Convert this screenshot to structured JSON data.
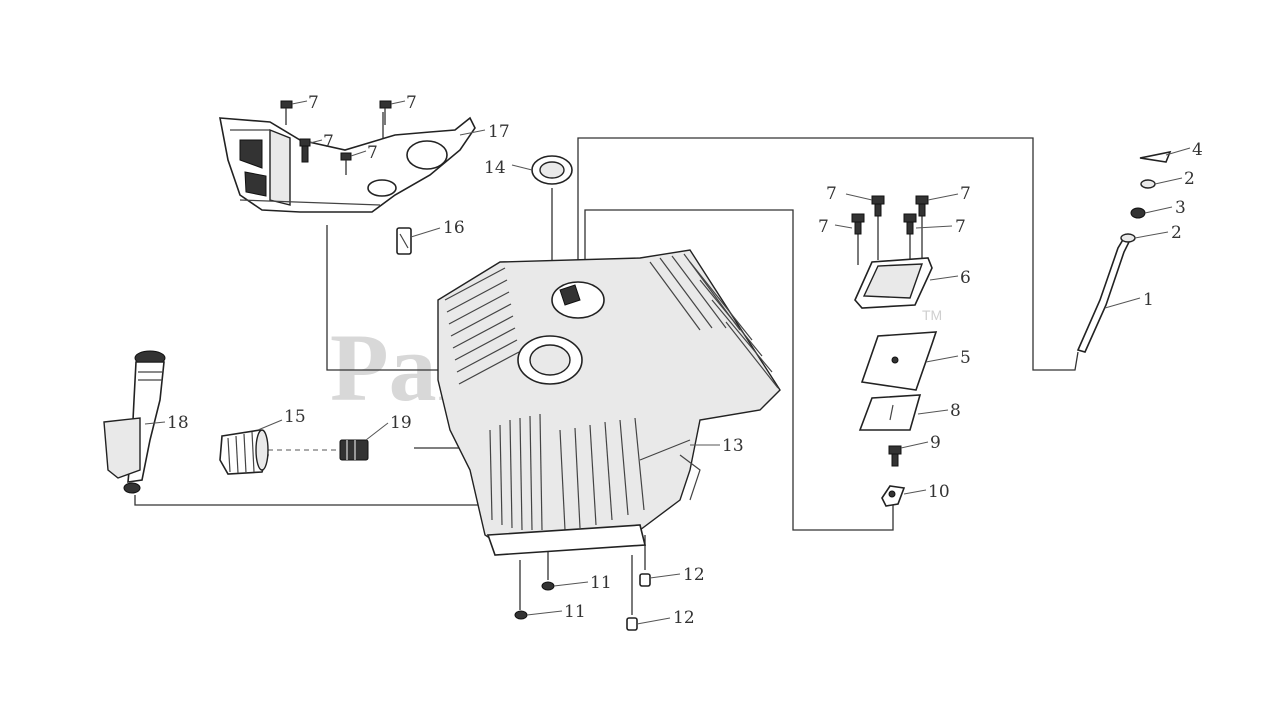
{
  "watermark": {
    "text": "PartsTree",
    "trademark": "TM"
  },
  "callouts": [
    {
      "id": "c7a",
      "label": "7"
    },
    {
      "id": "c7b",
      "label": "7"
    },
    {
      "id": "c7c",
      "label": "7"
    },
    {
      "id": "c7d",
      "label": "7"
    },
    {
      "id": "c17",
      "label": "17"
    },
    {
      "id": "c14",
      "label": "14"
    },
    {
      "id": "c16",
      "label": "16"
    },
    {
      "id": "c4",
      "label": "4"
    },
    {
      "id": "c2a",
      "label": "2"
    },
    {
      "id": "c3",
      "label": "3"
    },
    {
      "id": "c2b",
      "label": "2"
    },
    {
      "id": "c1",
      "label": "1"
    },
    {
      "id": "c7e",
      "label": "7"
    },
    {
      "id": "c7f",
      "label": "7"
    },
    {
      "id": "c7g",
      "label": "7"
    },
    {
      "id": "c7h",
      "label": "7"
    },
    {
      "id": "c6",
      "label": "6"
    },
    {
      "id": "c5",
      "label": "5"
    },
    {
      "id": "c8",
      "label": "8"
    },
    {
      "id": "c9",
      "label": "9"
    },
    {
      "id": "c10",
      "label": "10"
    },
    {
      "id": "c18",
      "label": "18"
    },
    {
      "id": "c15",
      "label": "15"
    },
    {
      "id": "c19",
      "label": "19"
    },
    {
      "id": "c13",
      "label": "13"
    },
    {
      "id": "c11a",
      "label": "11"
    },
    {
      "id": "c11b",
      "label": "11"
    },
    {
      "id": "c12a",
      "label": "12"
    },
    {
      "id": "c12b",
      "label": "12"
    }
  ]
}
